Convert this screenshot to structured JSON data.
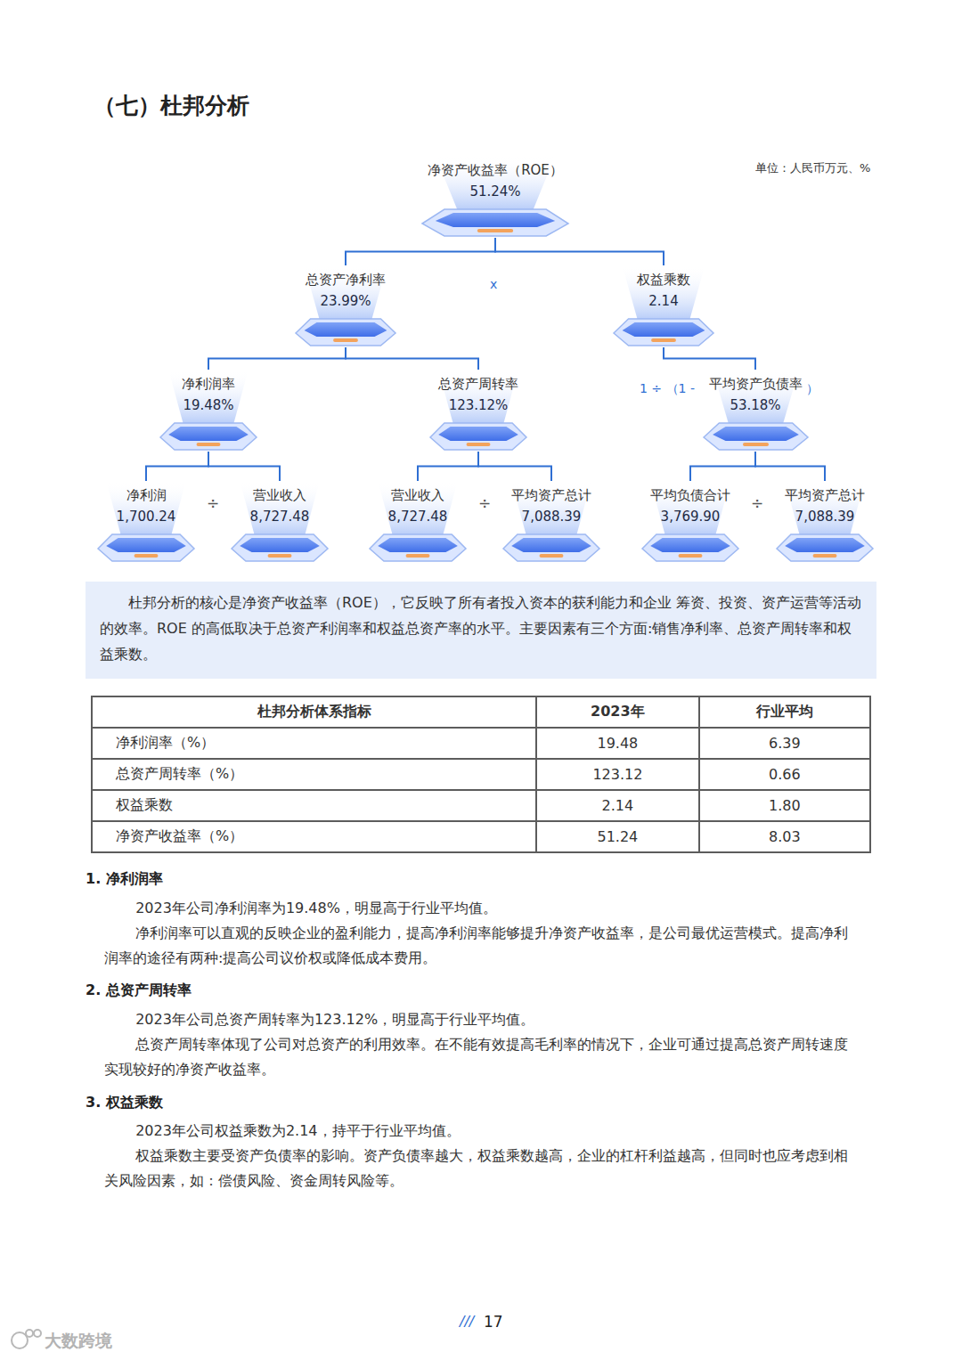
{
  "diagram": {
    "title": "（七）杜邦分析",
    "nodes": [
      {
        "text": [
          "净资产收益率（ROE）",
          "51.24%"
        ]
      },
      {
        "text": [
          "总资产净利率",
          "23.99%"
        ]
      },
      {
        "text": [
          "权益乘数",
          "2.14"
        ]
      },
      {
        "text": [
          "净利润率",
          "19.48%"
        ]
      },
      {
        "text": [
          "总资产周转率",
          "123.12%"
        ]
      },
      {
        "text": [
          "平均资产负债率",
          "53.18%"
        ]
      },
      {
        "text": [
          "净利润",
          "1,700.24"
        ]
      },
      {
        "text": [
          "营业收入",
          "8,727.48"
        ]
      },
      {
        "text": [
          "营业收入",
          "8,727.48"
        ]
      },
      {
        "text": [
          "平均资产总计",
          "7,088.39"
        ]
      },
      {
        "text": [
          "平均负债合计",
          "3,769.90"
        ]
      },
      {
        "text": [
          "平均资产总计",
          "7,088.39"
        ]
      }
    ],
    "edges": [
      {
        "from": 0,
        "to": 1,
        "arrow": "none"
      },
      {
        "from": 0,
        "to": 2,
        "arrow": "none"
      },
      {
        "from": 1,
        "to": 3,
        "arrow": "none"
      },
      {
        "from": 1,
        "to": 4,
        "arrow": "none"
      },
      {
        "from": 2,
        "to": 5,
        "arrow": "none"
      },
      {
        "from": 3,
        "to": 6,
        "arrow": "none"
      },
      {
        "from": 3,
        "to": 7,
        "arrow": "none"
      },
      {
        "from": 4,
        "to": 8,
        "arrow": "none"
      },
      {
        "from": 4,
        "to": 9,
        "arrow": "none"
      },
      {
        "from": 5,
        "to": 10,
        "arrow": "none"
      },
      {
        "from": 5,
        "to": 11,
        "arrow": "none"
      }
    ],
    "labels": [
      "单位：人民币万元、%",
      "x",
      "1 ÷ （1 -",
      "）",
      "÷",
      "÷",
      "÷",
      "杜邦分析的核心是净资产收益率（ROE），它反映了所有者投入资本的获利能力和企业 筹资、投资、资产运营等活动的效率。ROE 的高低取决于总资产利润率和权益总资产率的水平。主要因素有三个方面:销售净利率、总资产周转率和权益乘数。",
      "杜邦分析体系指标",
      "2023年",
      "行业平均",
      "净利润率（%）",
      "19.48",
      "6.39",
      "总资产周转率（%）",
      "123.12",
      "0.66",
      "权益乘数",
      "2.14",
      "1.80",
      "净资产收益率（%）",
      "51.24",
      "8.03",
      "1. 净利润率",
      "2023年公司净利润率为19.48%，明显高于行业平均值。",
      "净利润率可以直观的反映企业的盈利能力，提高净利润率能够提升净资产收益率，是公司最优运营模式。提高净利润率的途径有两种:提高公司议价权或降低成本费用。",
      "2. 总资产周转率",
      "2023年公司总资产周转率为123.12%，明显高于行业平均值。",
      "总资产周转率体现了公司对总资产的利用效率。在不能有效提高毛利率的情况下，企业可通过提高总资产周转速度实现较好的净资产收益率。",
      "3. 权益乘数",
      "2023年公司权益乘数为2.14，持平于行业平均值。",
      "权益乘数主要受资产负债率的影响。资产负债率越大，权益乘数越高，企业的杠杆利益越高，但同时也应考虑到相关风险因素，如：偿债风险、资金周转风险等。",
      "///",
      "17",
      "大数跨境"
    ]
  }
}
